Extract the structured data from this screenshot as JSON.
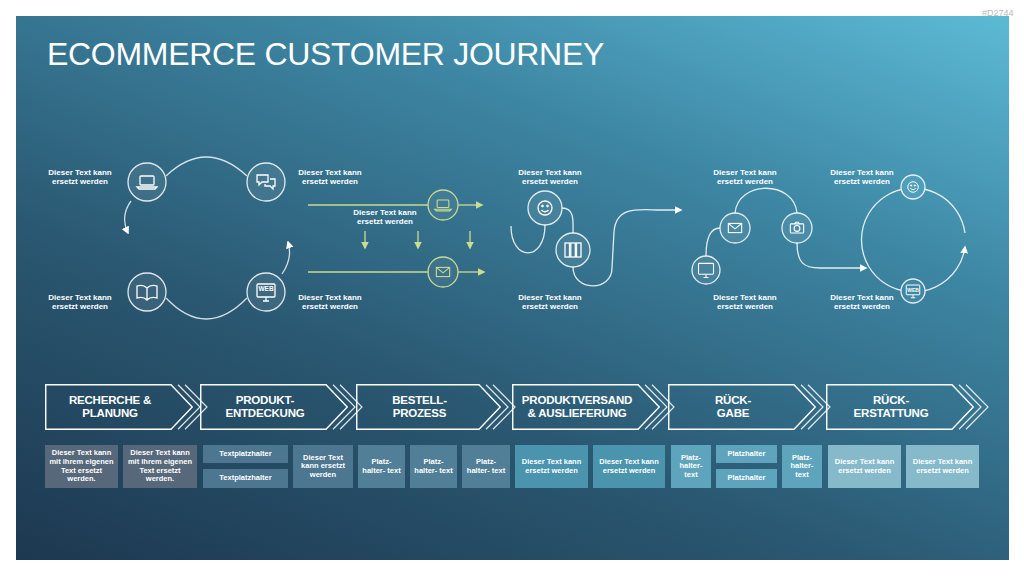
{
  "diagram": {
    "title": "ECOMMERCE CUSTOMER JOURNEY",
    "nodes": [
      {
        "text": [
          "RECHERCHE & PLANUNG"
        ]
      },
      {
        "text": [
          "PRODUKT- ENTDECKUNG"
        ]
      },
      {
        "text": [
          "BESTELL- PROZESS"
        ]
      },
      {
        "text": [
          "PRODUKTVERSAND & AUSLIEFERUNG"
        ]
      },
      {
        "text": [
          "RÜCK- GABE"
        ]
      },
      {
        "text": [
          "RÜCK- ERSTATTUNG"
        ]
      },
      {
        "text": [
          "Dieser Text kann mit ihrem eigenen Text ersetzt werden."
        ]
      },
      {
        "text": [
          "Dieser Text kann mit ihrem eigenen Text ersetzt werden."
        ]
      },
      {
        "text": [
          "Textplatzhalter"
        ]
      },
      {
        "text": [
          "Textplatzhalter"
        ]
      },
      {
        "text": [
          "Dieser Text kann ersetzt werden"
        ]
      },
      {
        "text": [
          "Platz- halter- text"
        ]
      },
      {
        "text": [
          "Platz- halter- text"
        ]
      },
      {
        "text": [
          "Platz- halter- text"
        ]
      },
      {
        "text": [
          "Dieser Text kann ersetzt werden"
        ]
      },
      {
        "text": [
          "Dieser Text kann ersetzt werden"
        ]
      },
      {
        "text": [
          "Platz- halter- text"
        ]
      },
      {
        "text": [
          "Platzhalter"
        ]
      },
      {
        "text": [
          "Platzhalter"
        ]
      },
      {
        "text": [
          "Platz- halter- text"
        ]
      },
      {
        "text": [
          "Dieser Text kann ersetzt werden"
        ]
      },
      {
        "text": [
          "Dieser Text kann ersetzt werden"
        ]
      }
    ],
    "labels": [
      "#D2744",
      "Dieser Text kann ersetzt werden",
      "Dieser Text kann ersetzt werden",
      "Dieser Text kann ersetzt werden",
      "Dieser Text kann ersetzt werden",
      "Dieser Text kann ersetzt werden",
      "Dieser Text kann ersetzt werden",
      "WEB",
      "WEB",
      "Dieser Text kann ersetzt werden",
      "Dieser Text kann ersetzt werden",
      "Dieser Text kann ersetzt werden",
      "Dieser Text kann ersetzt werden",
      "Dieser Text kann ersetzt werden"
    ]
  }
}
